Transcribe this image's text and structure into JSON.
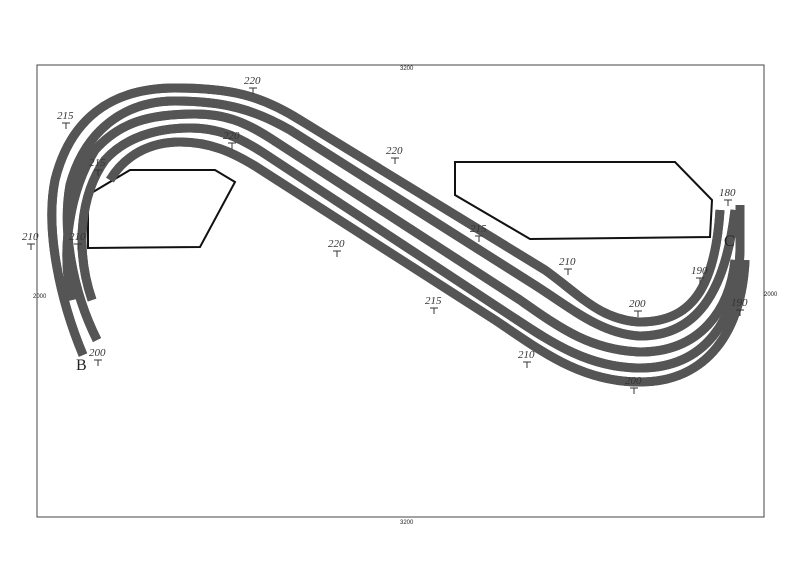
{
  "dimensions": {
    "width_label": "3200",
    "height_label": "2000"
  },
  "heights": [
    {
      "id": "h1",
      "text": "220"
    },
    {
      "id": "h2",
      "text": "215"
    },
    {
      "id": "h3",
      "text": "220"
    },
    {
      "id": "h4",
      "text": "220"
    },
    {
      "id": "h5",
      "text": "215"
    },
    {
      "id": "h6",
      "text": "210"
    },
    {
      "id": "h7",
      "text": "210"
    },
    {
      "id": "h8",
      "text": "220"
    },
    {
      "id": "h9",
      "text": "215"
    },
    {
      "id": "h10",
      "text": "210"
    },
    {
      "id": "h11",
      "text": "180"
    },
    {
      "id": "h12",
      "text": "190"
    },
    {
      "id": "h13",
      "text": "200"
    },
    {
      "id": "h14",
      "text": "190"
    },
    {
      "id": "h15",
      "text": "215"
    },
    {
      "id": "h16",
      "text": "210"
    },
    {
      "id": "h17",
      "text": "200"
    },
    {
      "id": "h18",
      "text": "200"
    }
  ],
  "markers": {
    "b": "B",
    "c": "C"
  }
}
